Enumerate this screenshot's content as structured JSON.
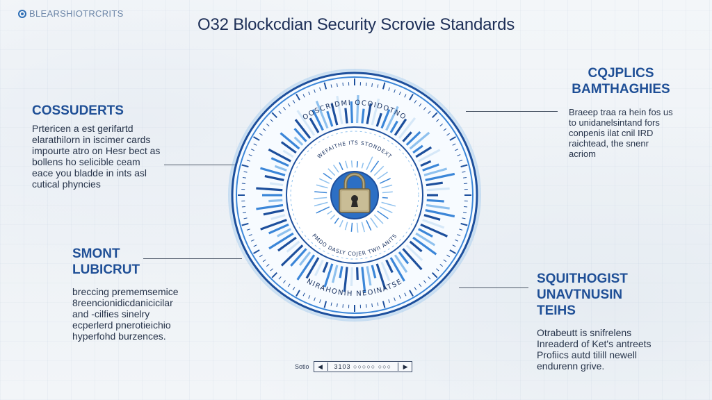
{
  "brand": {
    "text": "BLEARSHIOTRCRITS",
    "icon": "target-logo-icon"
  },
  "title": "O32 Blockcdian Security Scrovie Standards",
  "sections": {
    "left_top": {
      "heading": [
        "COSSUDERTS"
      ],
      "lines": [
        "Prtericen a est gerifartd",
        "elarathilorn in iscimer cards",
        "impourte atro on Hesr bect as",
        "bollens ho selicible ceam",
        "eace you bladde in ints asl",
        "cutical phyncies"
      ]
    },
    "left_bottom": {
      "heading": [
        "SMONT",
        "LUBICRUT"
      ],
      "lines": [
        "breccing prememsemice",
        "8reencionidicdanicicilar",
        "and -cilfies sinelry",
        "ecperlerd pnerotieichio",
        "hyperfohd burzences."
      ]
    },
    "right_top": {
      "heading": [
        "CQJPLICS",
        "BAMTHAGHIES"
      ],
      "lines": [
        "Braeep traa ra hein fos us",
        "to unidanelsintand fors",
        "conpenis ilat cnil IRD",
        "raichtead, the snenr",
        "acriom"
      ]
    },
    "right_bottom": {
      "heading": [
        "SQUITHOGIST",
        "UNAVTNUSIN",
        "TEIHS"
      ],
      "lines": [
        "Otrabeutt is snifrelens",
        "Inreaderd of Ket's antreets",
        "Profiics autd tilill newell",
        "endurenn grive."
      ]
    }
  },
  "wheel": {
    "outer_top_text": "OOSCRIDMI OCOIDOTNO",
    "outer_bottom_text": "NIRAHONIH NEOINATSE",
    "inner_top_text": "WEFAITHE ITS STONDEXT",
    "inner_bottom_text": "PMDO DASLY COJER TWII ANITS",
    "center_icon": "padlock-icon",
    "colors": {
      "deep": "#1d4f9c",
      "mid": "#3b86d8",
      "light": "#8fc1ee",
      "pale": "#d6e8f8"
    }
  },
  "controls": {
    "label": "Sotio",
    "prev_icon": "chevron-left-icon",
    "next_icon": "chevron-right-icon",
    "counter": "3103 ○○○○○ ○○○"
  }
}
